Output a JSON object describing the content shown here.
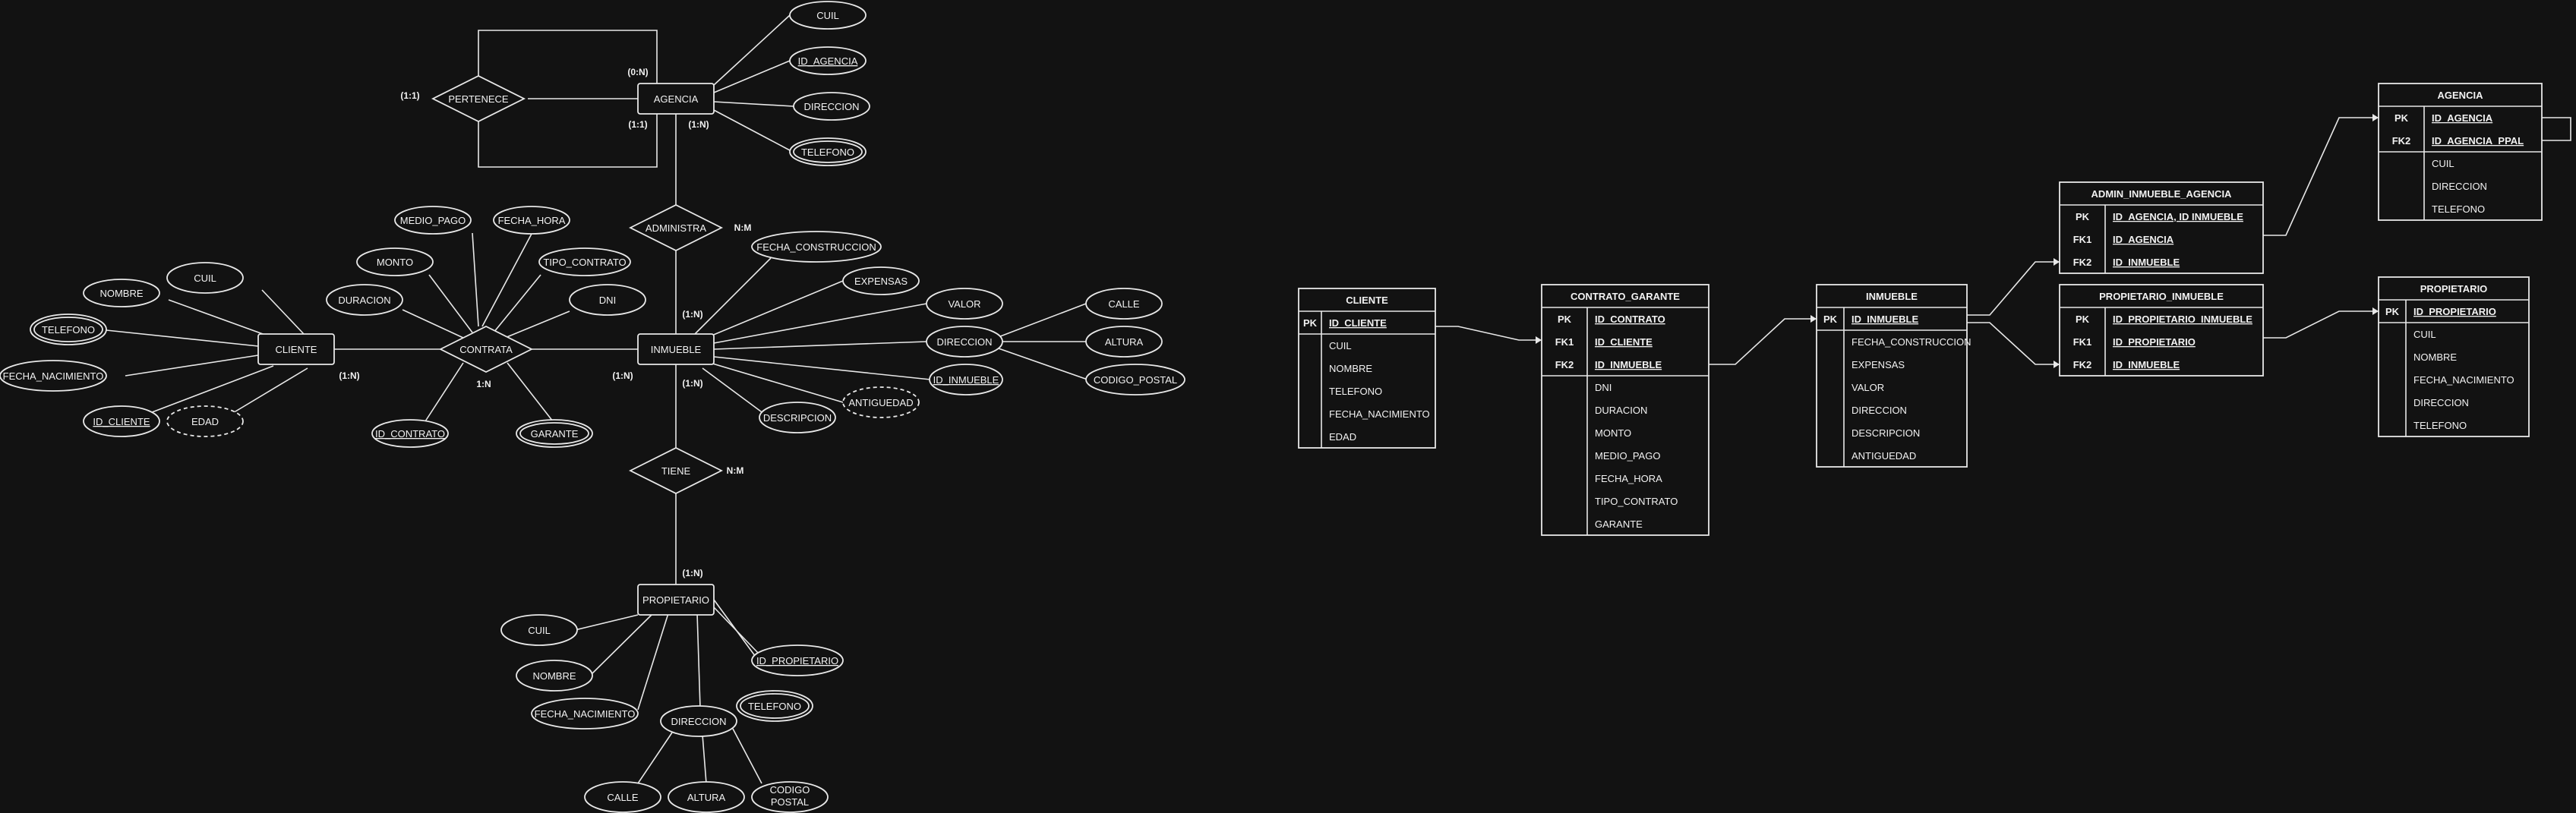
{
  "entities": {
    "agencia": "AGENCIA",
    "cliente": "CLIENTE",
    "inmueble": "INMUEBLE",
    "propietario": "PROPIETARIO"
  },
  "relationships": {
    "pertenece": "PERTENECE",
    "administra": "ADMINISTRA",
    "contrata": "CONTRATA",
    "tiene": "TIENE"
  },
  "attributes": {
    "agencia_cuil": "CUIL",
    "agencia_id": "ID_AGENCIA",
    "agencia_direccion": "DIRECCION",
    "agencia_telefono": "TELEFONO",
    "cliente_cuil": "CUIL",
    "cliente_nombre": "NOMBRE",
    "cliente_telefono": "TELEFONO",
    "cliente_fecha_nac": "FECHA_NACIMIENTO",
    "cliente_id": "ID_CLIENTE",
    "cliente_edad": "EDAD",
    "contrata_medio_pago": "MEDIO_PAGO",
    "contrata_fecha_hora": "FECHA_HORA",
    "contrata_monto": "MONTO",
    "contrata_tipo": "TIPO_CONTRATO",
    "contrata_duracion": "DURACION",
    "contrata_dni": "DNI",
    "contrata_id": "ID_CONTRATO",
    "contrata_garante": "GARANTE",
    "inmueble_fecha_const": "FECHA_CONSTRUCCION",
    "inmueble_expensas": "EXPENSAS",
    "inmueble_valor": "VALOR",
    "inmueble_direccion": "DIRECCION",
    "inmueble_calle": "CALLE",
    "inmueble_altura": "ALTURA",
    "inmueble_cp": "CODIGO_POSTAL",
    "inmueble_id": "ID_INMUEBLE",
    "inmueble_antiguedad": "ANTIGUEDAD",
    "inmueble_descripcion": "DESCRIPCION",
    "prop_cuil": "CUIL",
    "prop_nombre": "NOMBRE",
    "prop_fecha_nac": "FECHA_NACIMIENTO",
    "prop_direccion": "DIRECCION",
    "prop_id": "ID_PROPIETARIO",
    "prop_telefono": "TELEFONO",
    "prop_calle": "CALLE",
    "prop_altura": "ALTURA",
    "prop_cp_1": "CODIGO",
    "prop_cp_2": "POSTAL"
  },
  "cardinalities": {
    "pertenece_left": "(1:1)",
    "agencia_top": "(0:N)",
    "agencia_bottom_left": "(1:1)",
    "agencia_bottom_right": "(1:N)",
    "administra_nm": "N:M",
    "inmueble_top": "(1:N)",
    "cliente_bottom": "(1:N)",
    "contrata_bottom": "1:N",
    "inmueble_left": "(1:N)",
    "inmueble_bottom": "(1:N)",
    "tiene_nm": "N:M",
    "propietario_top": "(1:N)"
  },
  "tables": [
    {
      "title": "CLIENTE",
      "key_rows": [
        {
          "key": "PK",
          "field": "ID_CLIENTE"
        }
      ],
      "attr_rows": [
        "CUIL",
        "NOMBRE",
        "TELEFONO",
        "FECHA_NACIMIENTO",
        "EDAD"
      ]
    },
    {
      "title": "CONTRATO_GARANTE",
      "key_rows": [
        {
          "key": "PK",
          "field": "ID_CONTRATO"
        },
        {
          "key": "FK1",
          "field": "ID_CLIENTE"
        },
        {
          "key": "FK2",
          "field": "ID_INMUEBLE"
        }
      ],
      "attr_rows": [
        "DNI",
        "DURACION",
        "MONTO",
        "MEDIO_PAGO",
        "FECHA_HORA",
        "TIPO_CONTRATO",
        "GARANTE"
      ]
    },
    {
      "title": "INMUEBLE",
      "key_rows": [
        {
          "key": "PK",
          "field": "ID_INMUEBLE"
        }
      ],
      "attr_rows": [
        "FECHA_CONSTRUCCION",
        "EXPENSAS",
        "VALOR",
        "DIRECCION",
        "DESCRIPCION",
        "ANTIGUEDAD"
      ]
    },
    {
      "title": "ADMIN_INMUEBLE_AGENCIA",
      "key_rows": [
        {
          "key": "PK",
          "field": "ID_AGENCIA, ID INMUEBLE"
        },
        {
          "key": "FK1",
          "field": "ID_AGENCIA"
        },
        {
          "key": "FK2",
          "field": "ID_INMUEBLE"
        }
      ],
      "attr_rows": []
    },
    {
      "title": "PROPIETARIO_INMUEBLE",
      "key_rows": [
        {
          "key": "PK",
          "field": "ID_PROPIETARIO_INMUEBLE"
        },
        {
          "key": "FK1",
          "field": "ID_PROPIETARIO"
        },
        {
          "key": "FK2",
          "field": "ID_INMUEBLE"
        }
      ],
      "attr_rows": []
    },
    {
      "title": "AGENCIA",
      "key_rows": [
        {
          "key": "PK",
          "field": "ID_AGENCIA"
        },
        {
          "key": "FK2",
          "field": "ID_AGENCIA_PPAL"
        }
      ],
      "attr_rows": [
        "CUIL",
        "DIRECCION",
        "TELEFONO"
      ]
    },
    {
      "title": "PROPIETARIO",
      "key_rows": [
        {
          "key": "PK",
          "field": "ID_PROPIETARIO"
        }
      ],
      "attr_rows": [
        "CUIL",
        "NOMBRE",
        "FECHA_NACIMIENTO",
        "DIRECCION",
        "TELEFONO"
      ]
    }
  ]
}
